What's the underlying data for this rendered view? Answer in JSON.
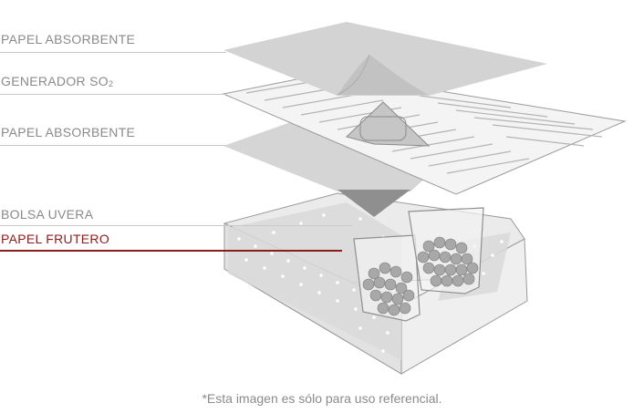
{
  "labels": [
    {
      "id": "absorbent-top",
      "text": "PAPEL ABSORBENTE"
    },
    {
      "id": "generator",
      "text": "GENERADOR SO",
      "sub": "2"
    },
    {
      "id": "absorbent-bottom",
      "text": "PAPEL ABSORBENTE"
    },
    {
      "id": "bag",
      "text": "BOLSA UVERA"
    },
    {
      "id": "fruit-paper",
      "text": "PAPEL FRUTERO"
    }
  ],
  "footnote": "*Esta imagen es sólo para uso referencial.",
  "colors": {
    "label": "#8a8a8a",
    "active": "#8b1d1d",
    "sheet": "#d3d3d3",
    "box": "#e4e4e4",
    "grape": "#a8a8a8"
  }
}
